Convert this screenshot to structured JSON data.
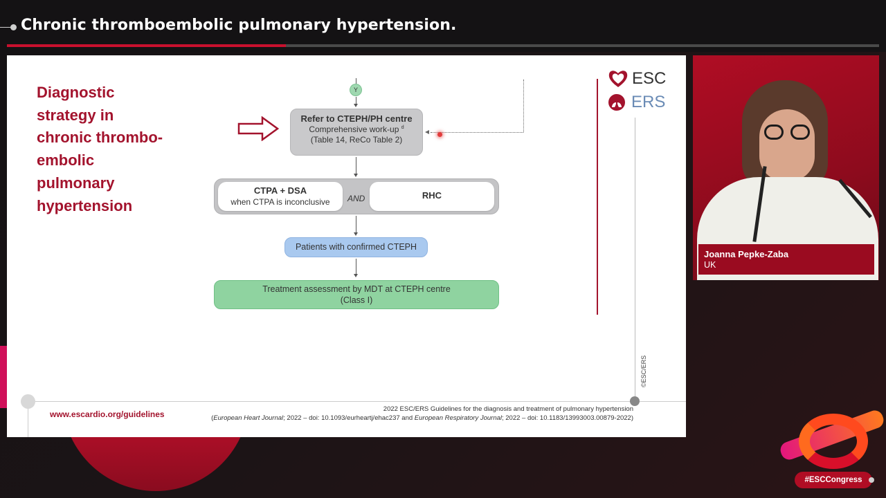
{
  "header": {
    "title": "Chronic thromboembolic pulmonary hypertension.",
    "progress_percent": 32
  },
  "slide": {
    "title": "Diagnostic strategy in chronic thrombo-embolic pulmonary hypertension",
    "y_marker": "Y",
    "refer_box": {
      "line1": "Refer to CTEPH/PH centre",
      "line2": "Comprehensive work-up",
      "superscript": "d",
      "line3": "(Table 14, ReCo Table 2)"
    },
    "ctpa_box": {
      "line1": "CTPA + DSA",
      "line2": "when CTPA is inconclusive"
    },
    "and_label": "AND",
    "rhc_label": "RHC",
    "confirmed_label": "Patients with confirmed CTEPH",
    "treatment": {
      "line1": "Treatment assessment by MDT at CTEPH centre",
      "line2": "(Class I)"
    },
    "logo_esc": "ESC",
    "logo_ers": "ERS",
    "copyright": "©ESC/ERS",
    "url": "www.escardio.org/guidelines",
    "citation_line1": "2022 ESC/ERS Guidelines for the diagnosis and treatment of pulmonary hypertension",
    "citation_line2_part1": "European Heart Journal",
    "citation_line2_part2": "; 2022 – doi: 10.1093/eurheartj/ehac237 and ",
    "citation_line2_part3": "European Respiratory Journal",
    "citation_line2_part4": "; 2022 – doi: 10.1183/13993003.00879-2022)",
    "accent_color": "#a3132d"
  },
  "speaker": {
    "name": "Joanna Pepke-Zaba",
    "country": "UK"
  },
  "hashtag": "#ESCCongress"
}
